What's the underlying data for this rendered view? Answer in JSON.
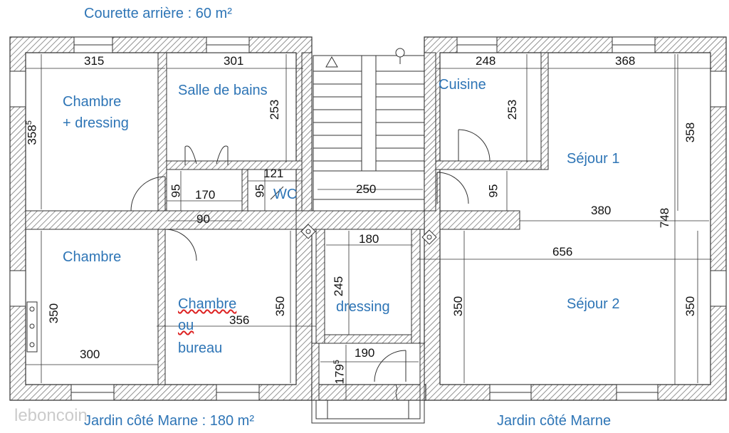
{
  "header": {
    "title": "Courette arrière : 60 m²"
  },
  "rooms": {
    "chambre_dressing_1": "Chambre",
    "chambre_dressing_2": "+ dressing",
    "salle_de_bains": "Salle de bains",
    "cuisine": "Cuisine",
    "sejour1": "Séjour 1",
    "wc": "WC",
    "chambre": "Chambre",
    "chambre_bureau_1": "Chambre",
    "chambre_bureau_2": "ou",
    "chambre_bureau_3": "bureau",
    "dressing": "dressing",
    "sejour2": "Séjour 2"
  },
  "dimensions": {
    "d315": "315",
    "d301": "301",
    "d248": "248",
    "d368": "368",
    "d358a": "358",
    "d253a": "253",
    "d253b": "253",
    "d358b": "358",
    "d95a": "95",
    "d170": "170",
    "d121": "121",
    "d95b": "95",
    "d250": "250",
    "d95c": "95",
    "d380": "380",
    "d748": "748",
    "d90": "90",
    "d180": "180",
    "d656": "656",
    "d350a": "350",
    "d356": "356",
    "d350b": "350",
    "d245": "245",
    "d350c": "350",
    "d350d": "350",
    "d300": "300",
    "d190": "190",
    "d179": "179",
    "sup5a": "5",
    "sup5b": "5"
  },
  "footer": {
    "left": "Jardin côté Marne : 180 m²",
    "right": "Jardin côté Marne"
  },
  "watermark": "leboncoin"
}
